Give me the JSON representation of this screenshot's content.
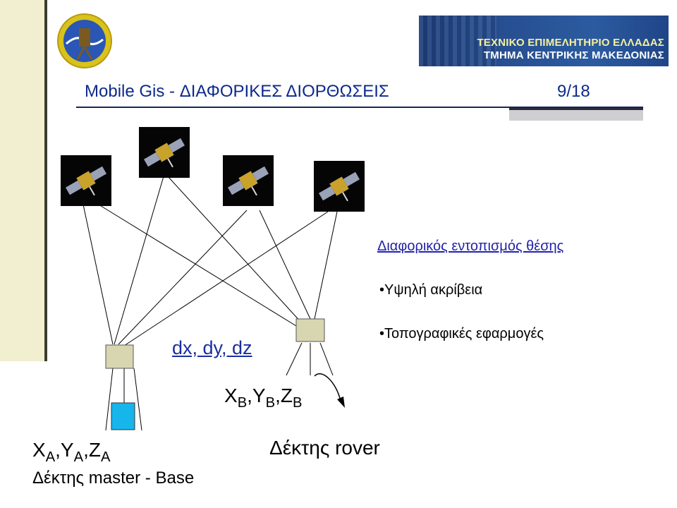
{
  "header": {
    "slide_title": "Mobile Gis - ΔΙΑΦΟΡΙΚΕΣ ΔΙΟΡΘΩΣΕΙΣ",
    "page_number": "9/18",
    "banner_line1": "ΤΕΧΝΙΚΟ ΕΠΙΜΕΛΗΤΗΡΙΟ ΕΛΛΑΔΑΣ",
    "banner_line2": "ΤΜΗΜΑ ΚΕΝΤΡΙΚΗΣ ΜΑΚΕΔΟΝΙΑΣ"
  },
  "content": {
    "heading": "Διαφορικός εντοπισμός θέσης",
    "bullets": [
      "Υψηλή ακρίβεια",
      "Τοπογραφικές εφαρμογές"
    ]
  },
  "diagram": {
    "delta_label": "dx, dy, dz",
    "rover_coords": {
      "x": "X",
      "x_sub": "B",
      "y": "Y",
      "y_sub": "B",
      "z": "Z",
      "z_sub": "B"
    },
    "rover_caption": "Δέκτης rover",
    "base_coords": {
      "x": "X",
      "x_sub": "A",
      "y": "Y",
      "y_sub": "A",
      "z": "Z",
      "z_sub": "A"
    },
    "base_caption": "Δέκτης master - Base"
  },
  "colors": {
    "title": "#0d2a8a",
    "heading": "#2222aa",
    "receiver_box": "#d8d6b0",
    "antenna_box": "#16b6ec",
    "sidebar": "#f1efcf"
  }
}
